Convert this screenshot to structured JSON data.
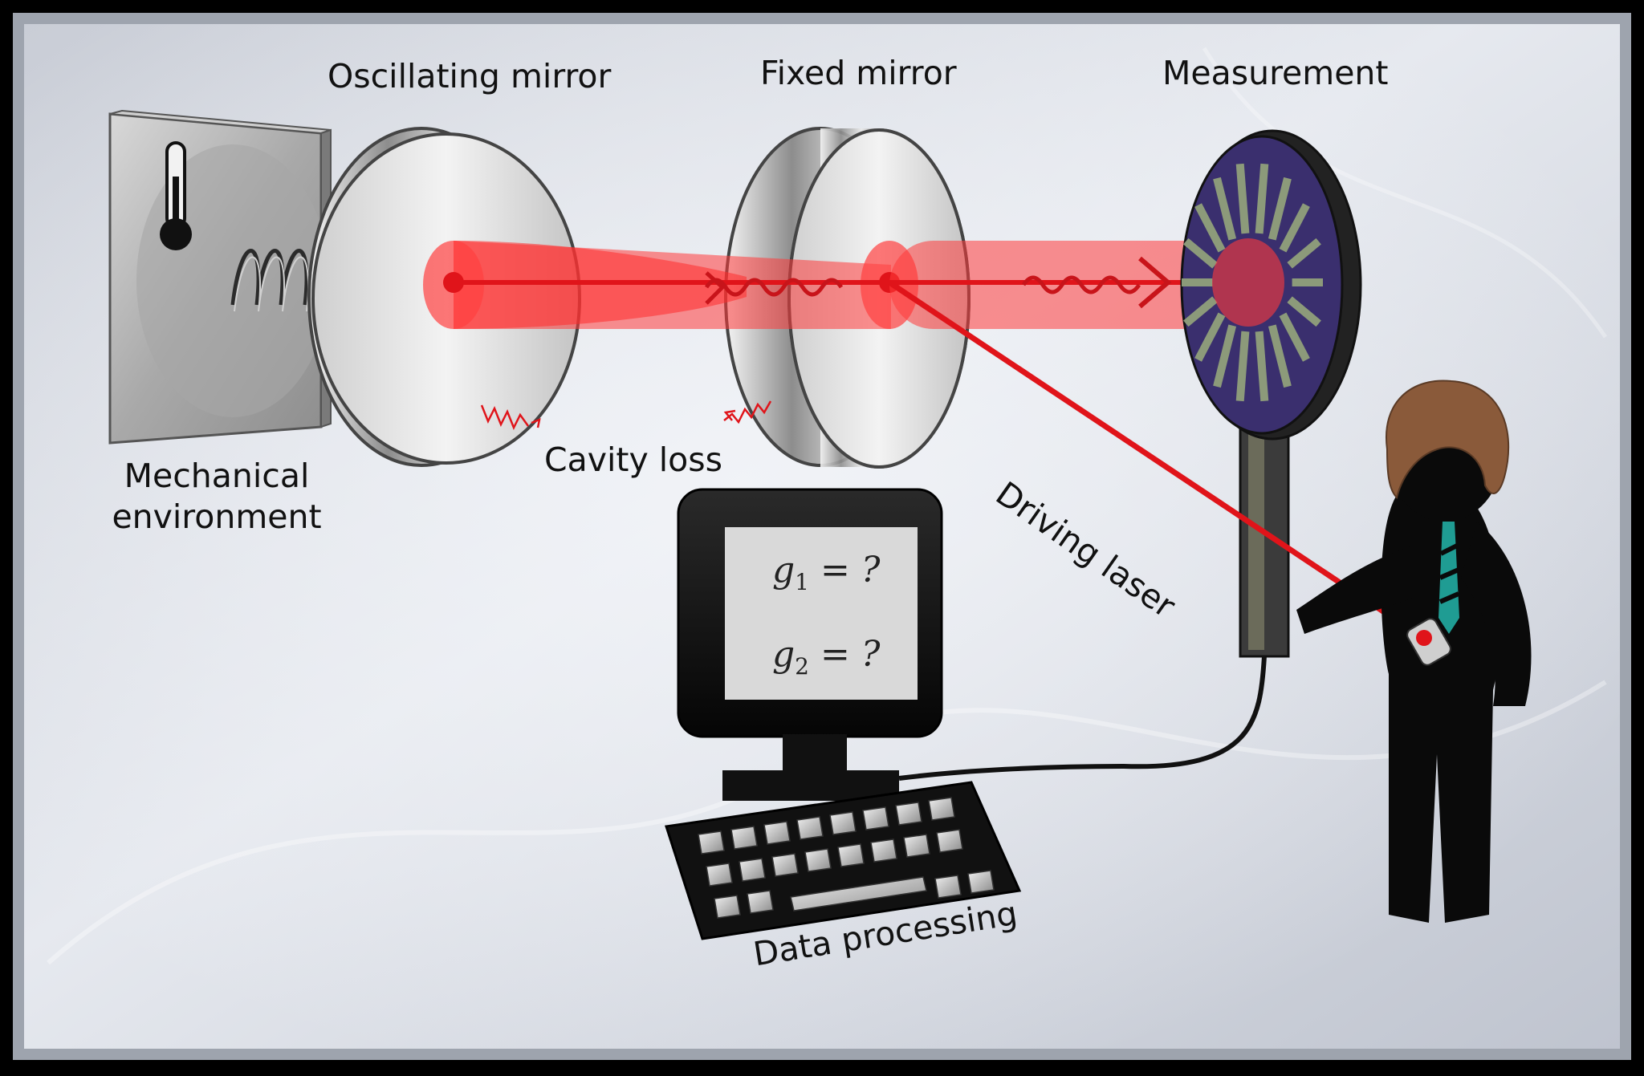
{
  "labels": {
    "oscillating_mirror": "Oscillating mirror",
    "fixed_mirror": "Fixed mirror",
    "measurement": "Measurement",
    "mechanical_environment_line1": "Mechanical",
    "mechanical_environment_line2": "environment",
    "cavity_loss": "Cavity loss",
    "driving_laser": "Driving laser",
    "data_processing": "Data processing"
  },
  "screen": {
    "eq1": {
      "symbol": "g",
      "sub": "1",
      "rest": " = ?"
    },
    "eq2": {
      "symbol": "g",
      "sub": "2",
      "rest": " = ?"
    }
  },
  "icons": {
    "environment": "thermometer-icon",
    "spring": "spring-icon",
    "detector": "detector-paddle-icon",
    "computer": "computer-icon",
    "keyboard": "keyboard-icon",
    "person": "person-silhouette-icon"
  },
  "colors": {
    "laser": "#e0141a",
    "beam": "#ff3b3b",
    "detector_face": "#3a2f6e",
    "tie": "#1f9c93",
    "hair": "#8a5a3a"
  }
}
